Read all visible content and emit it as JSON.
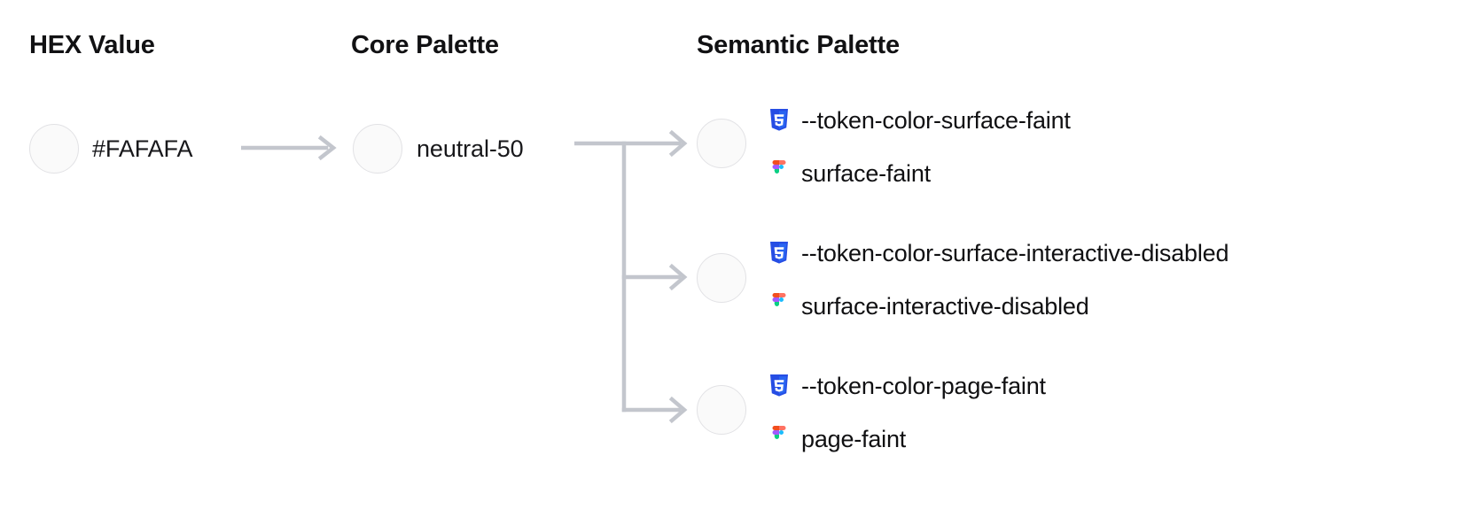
{
  "columns": {
    "hex": "HEX Value",
    "core": "Core Palette",
    "semantic": "Semantic Palette"
  },
  "hex": {
    "value": "#FAFAFA",
    "swatch_color": "#FAFAFA"
  },
  "core": {
    "value": "neutral-50",
    "swatch_color": "#FAFAFA"
  },
  "semantic": {
    "rows": [
      {
        "swatch_color": "#FAFAFA",
        "css_icon": "css3-icon",
        "css_token": "--token-color-surface-faint",
        "figma_icon": "figma-icon",
        "figma_token": "surface-faint"
      },
      {
        "swatch_color": "#FAFAFA",
        "css_icon": "css3-icon",
        "css_token": "--token-color-surface-interactive-disabled",
        "figma_icon": "figma-icon",
        "figma_token": "surface-interactive-disabled"
      },
      {
        "swatch_color": "#FAFAFA",
        "css_icon": "css3-icon",
        "css_token": "--token-color-page-faint",
        "figma_icon": "figma-icon",
        "figma_token": "page-faint"
      }
    ]
  },
  "colors": {
    "background": "#FFFFFF",
    "text": "#101012",
    "heading": "#111113",
    "swatch_border": "#E2E2E5",
    "connector": "#C3C6CD",
    "css_icon_blue": "#264DE4",
    "css_icon_blue_dark": "#2965F1",
    "figma_orange": "#F24E1E",
    "figma_red": "#FF7262",
    "figma_purple": "#A259FF",
    "figma_blue": "#1ABCFE",
    "figma_green": "#0ACF83"
  }
}
